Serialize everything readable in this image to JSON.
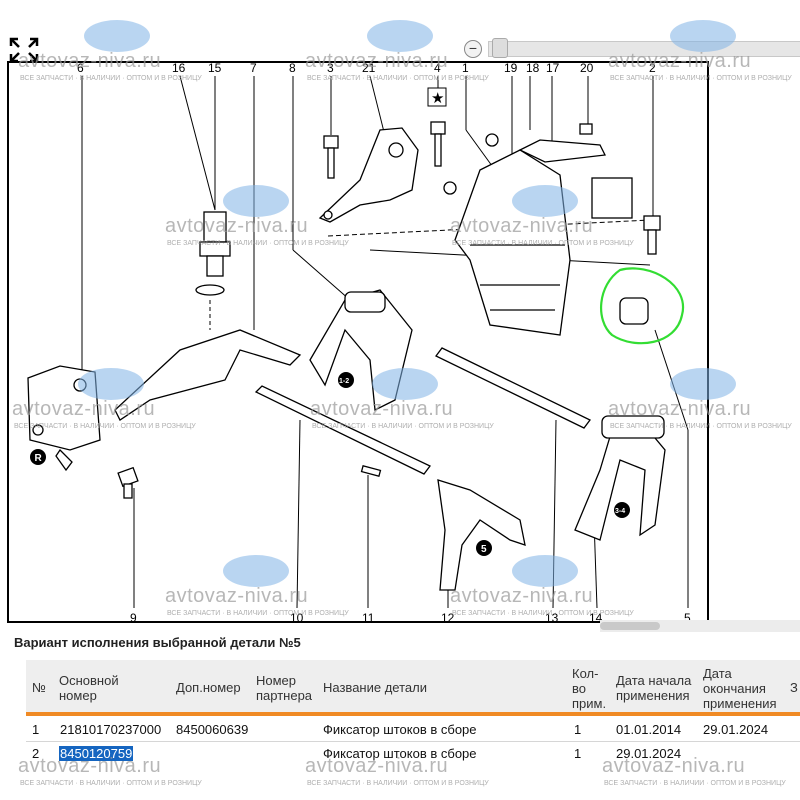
{
  "diagram": {
    "callouts": {
      "top": [
        "6",
        "16",
        "15",
        "7",
        "8",
        "3",
        "21",
        "4",
        "1",
        "19",
        "18",
        "17",
        "20",
        "2"
      ],
      "bottom": [
        "9",
        "10",
        "11",
        "12",
        "13",
        "14",
        "5"
      ]
    },
    "badges": [
      "R",
      "1-2",
      "5",
      "3-4"
    ],
    "star": "★"
  },
  "watermark": {
    "site": "avtovaz-niva.ru",
    "tagline": "ВСЕ ЗАПЧАСТИ · В НАЛИЧИИ · ОПТОМ И В РОЗНИЦУ"
  },
  "zoom": {
    "minus_label": "−"
  },
  "details": {
    "title": "Вариант исполнения выбранной детали №5",
    "columns": {
      "num": "№",
      "main_no_1": "Основной",
      "main_no_2": "номер",
      "add_no": "Доп.номер",
      "partner_1": "Номер",
      "partner_2": "партнера",
      "name": "Название детали",
      "qty_1": "Кол-",
      "qty_2": "во",
      "qty_3": "прим.",
      "start_1": "Дата начала",
      "start_2": "применения",
      "end_1": "Дата",
      "end_2": "окончания",
      "end_3": "применения",
      "extra": "З"
    },
    "rows": [
      {
        "num": "1",
        "main_no": "21810170237000",
        "add_no": "8450060639",
        "partner": "",
        "name": "Фиксатор штоков в сборе",
        "qty": "1",
        "start": "01.01.2014",
        "end": "29.01.2024"
      },
      {
        "num": "2",
        "main_no": "8450120759",
        "add_no": "",
        "partner": "",
        "name": "Фиксатор штоков в сборе",
        "qty": "1",
        "start": "29.01.2024",
        "end": ""
      }
    ]
  },
  "colors": {
    "accent": "#f08a24",
    "highlight_circle": "#33dd33",
    "selection": "#1565c0"
  }
}
